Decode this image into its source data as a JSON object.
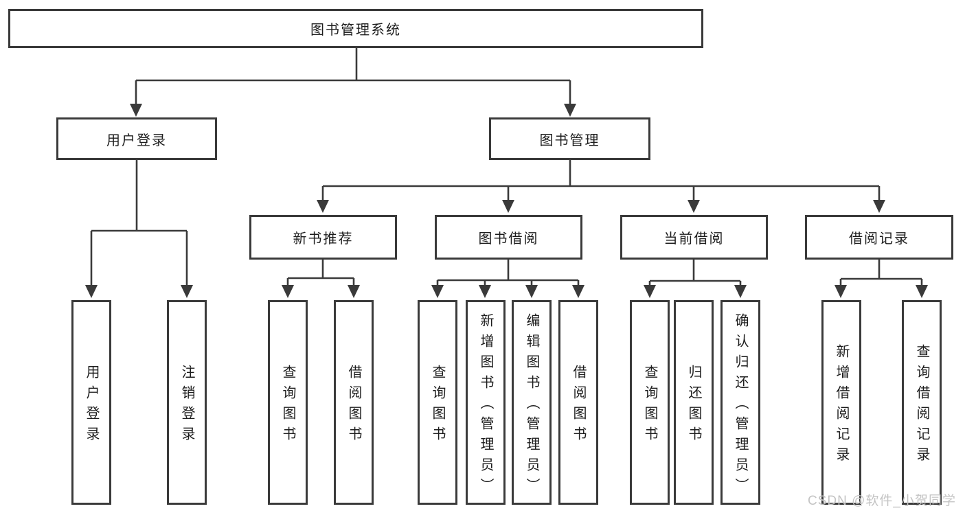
{
  "colors": {
    "line": "#3a3a3a",
    "text": "#1d1d1d",
    "box_fill": "#ffffff",
    "background": "#ffffff",
    "watermark": "#c4c4c4"
  },
  "tree": {
    "root": "图书管理系统",
    "branches": [
      {
        "label": "用户登录",
        "children": [
          "用户登录",
          "注销登录"
        ]
      },
      {
        "label": "图书管理",
        "children": [
          {
            "label": "新书推荐",
            "children": [
              "查询图书",
              "借阅图书"
            ]
          },
          {
            "label": "图书借阅",
            "children": [
              "查询图书",
              "新增图书（管理员）",
              "编辑图书（管理员）",
              "借阅图书"
            ]
          },
          {
            "label": "当前借阅",
            "children": [
              "查询图书",
              "归还图书",
              "确认归还（管理员）"
            ]
          },
          {
            "label": "借阅记录",
            "children": [
              "新增借阅记录",
              "查询借阅记录"
            ]
          }
        ]
      }
    ]
  },
  "watermark": "CSDN @软件_小贺同学"
}
